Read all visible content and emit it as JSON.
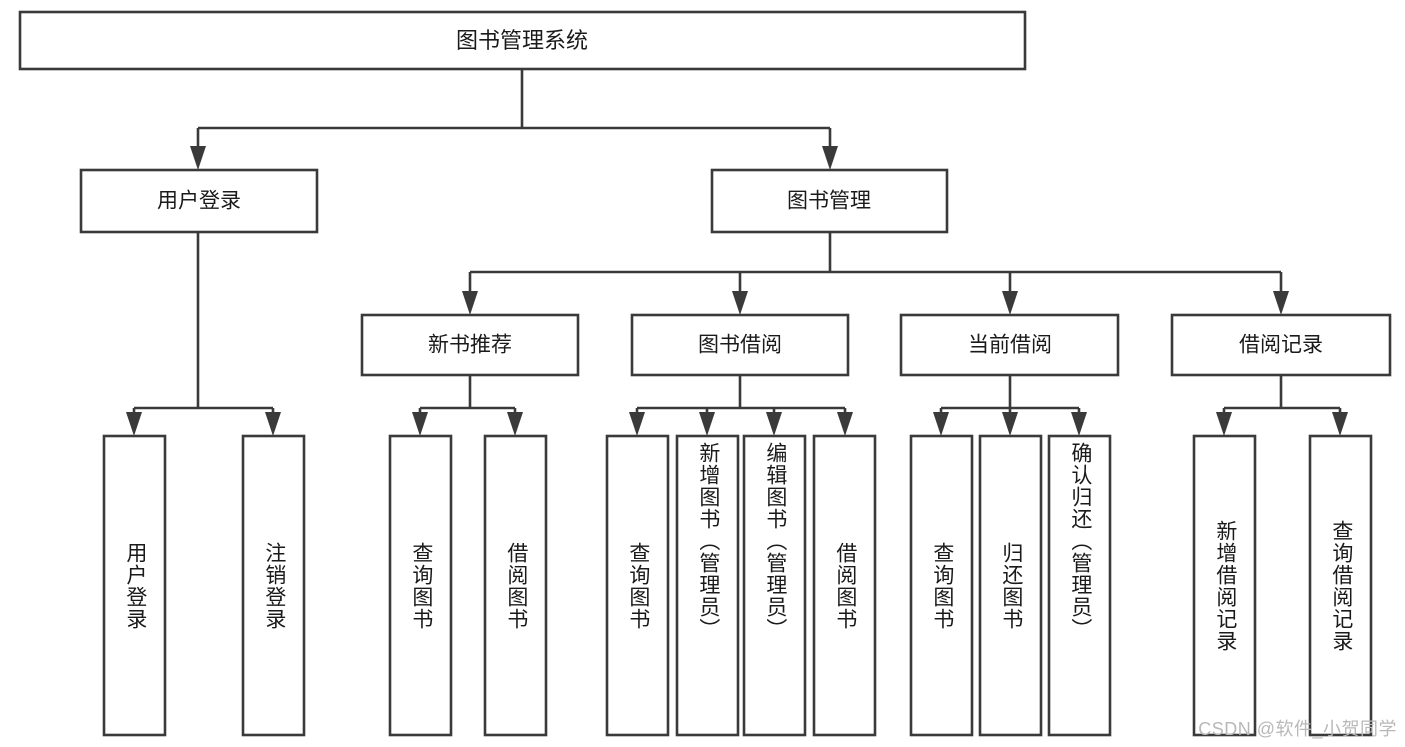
{
  "diagram": {
    "type": "tree-hierarchy",
    "title": "图书管理系统",
    "root": {
      "label": "图书管理系统"
    },
    "level2": [
      {
        "label": "用户登录"
      },
      {
        "label": "图书管理"
      }
    ],
    "level3": [
      {
        "label": "新书推荐"
      },
      {
        "label": "图书借阅"
      },
      {
        "label": "当前借阅"
      },
      {
        "label": "借阅记录"
      }
    ],
    "leaves": {
      "user_login": [
        {
          "label": "用户登录"
        },
        {
          "label": "注销登录"
        }
      ],
      "new_book_recommend": [
        {
          "label": "查询图书"
        },
        {
          "label": "借阅图书"
        }
      ],
      "book_borrow": [
        {
          "label": "查询图书"
        },
        {
          "label": "新增图书（管理员）"
        },
        {
          "label": "编辑图书（管理员）"
        },
        {
          "label": "借阅图书"
        }
      ],
      "current_borrow": [
        {
          "label": "查询图书"
        },
        {
          "label": "归还图书"
        },
        {
          "label": "确认归还（管理员）"
        }
      ],
      "borrow_record": [
        {
          "label": "新增借阅记录"
        },
        {
          "label": "查询借阅记录"
        }
      ]
    }
  },
  "watermark": {
    "text": "CSDN @软件_小贺同学"
  },
  "colors": {
    "box_stroke": "#3a3a3a",
    "box_fill": "#ffffff",
    "text": "#1a1a1a",
    "watermark": "#b8b8b8",
    "background": "#ffffff"
  }
}
